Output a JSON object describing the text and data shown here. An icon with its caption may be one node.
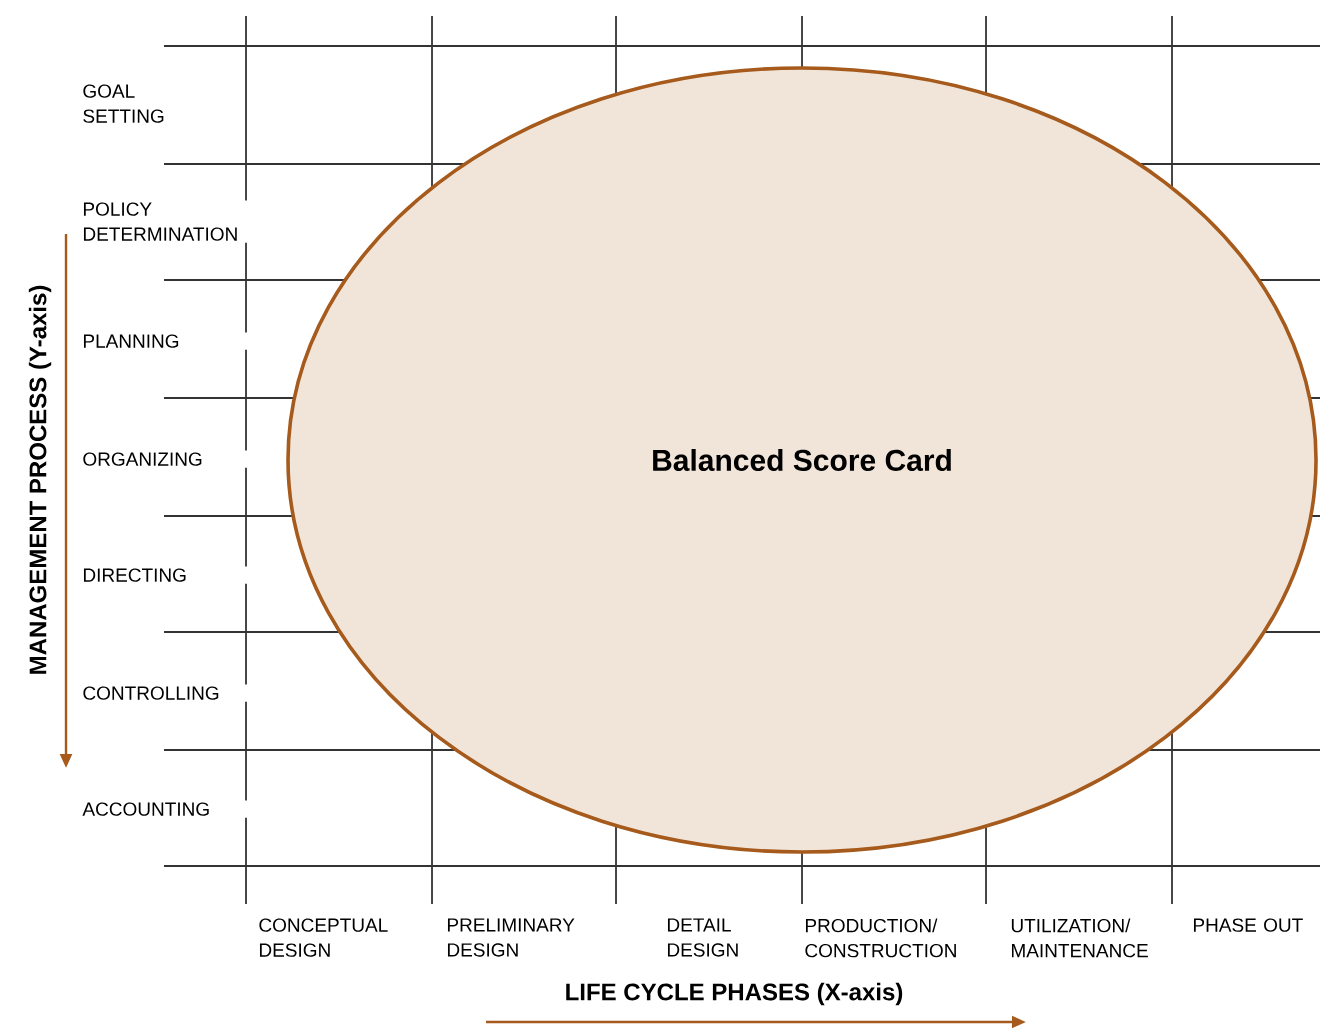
{
  "diagram": {
    "nodes": [
      {
        "text": [
          "Balanced Score Card"
        ]
      }
    ],
    "labels": [
      "GOAL SETTING",
      "POLICY DETERMINATION",
      "PLANNING",
      "ORGANIZING",
      "DIRECTING",
      "CONTROLLING",
      "ACCOUNTING",
      "CONCEPTUAL DESIGN",
      "PRELIMINARY DESIGN",
      "DETAIL DESIGN",
      "PRODUCTION/ CONSTRUCTION",
      "UTILIZATION/ MAINTENANCE",
      "PHASE OUT",
      "LIFE CYCLE PHASES (X-axis)",
      "MANAGEMENT PROCESS (Y-axis)"
    ]
  }
}
